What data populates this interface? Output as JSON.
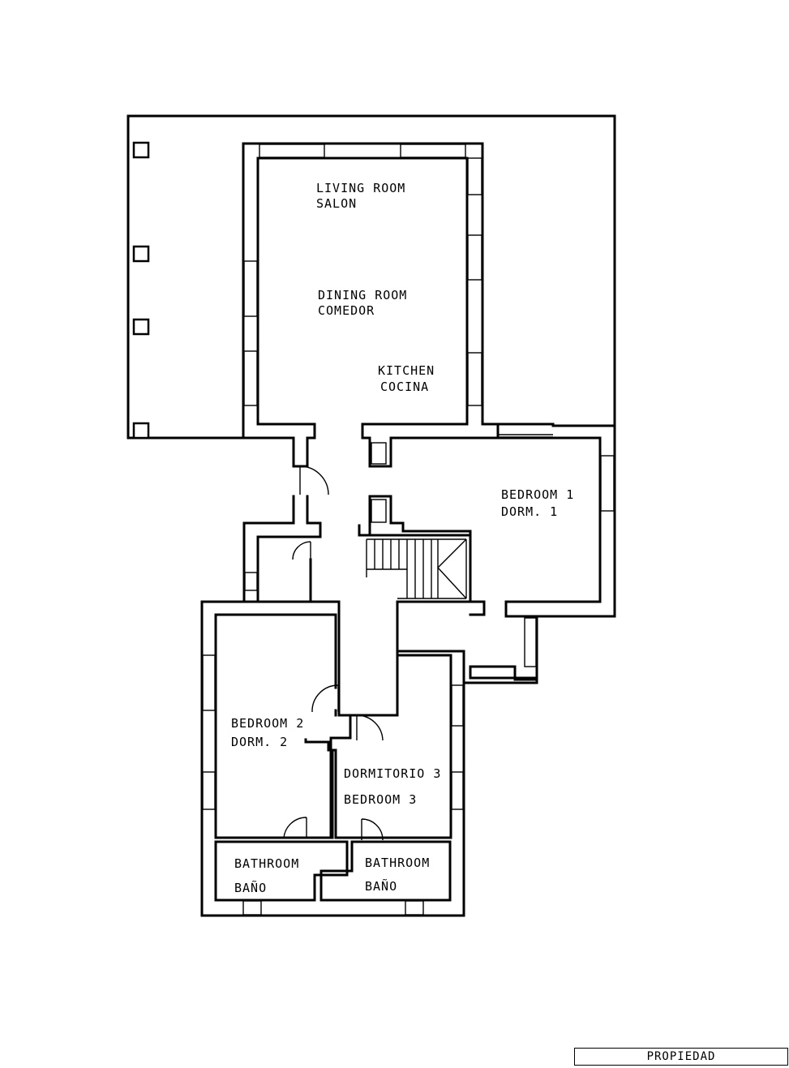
{
  "rooms": {
    "living_en": "LIVING ROOM",
    "living_es": "SALON",
    "dining_en": "DINING ROOM",
    "dining_es": "COMEDOR",
    "kitchen_en": "KITCHEN",
    "kitchen_es": "COCINA",
    "bed1_en": "BEDROOM 1",
    "bed1_es": "DORM. 1",
    "bed2_en": "BEDROOM 2",
    "bed2_es": "DORM. 2",
    "bed3_es": "DORMITORIO 3",
    "bed3_en": "BEDROOM 3",
    "bath1_en": "BATHROOM",
    "bath1_es": "BAÑO",
    "bath2_en": "BATHROOM",
    "bath2_es": "BAÑO"
  },
  "title_block": {
    "label": "PROPIEDAD"
  }
}
